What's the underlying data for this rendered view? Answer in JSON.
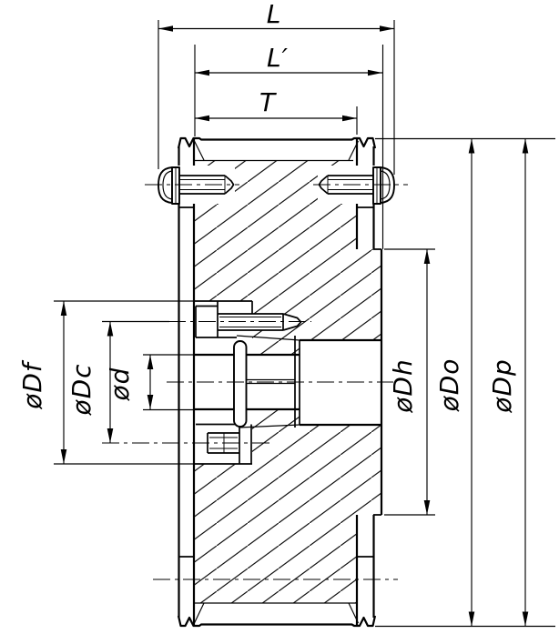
{
  "drawing": {
    "colors": {
      "line": "#000000",
      "background": "#ffffff"
    },
    "labels": {
      "L": "L",
      "L_prime": "L′",
      "T": "T",
      "Df": "øDf",
      "Dc": "øDc",
      "d": "ød",
      "Dh": "øDh",
      "Do": "øDo",
      "Dp": "øDp"
    }
  }
}
